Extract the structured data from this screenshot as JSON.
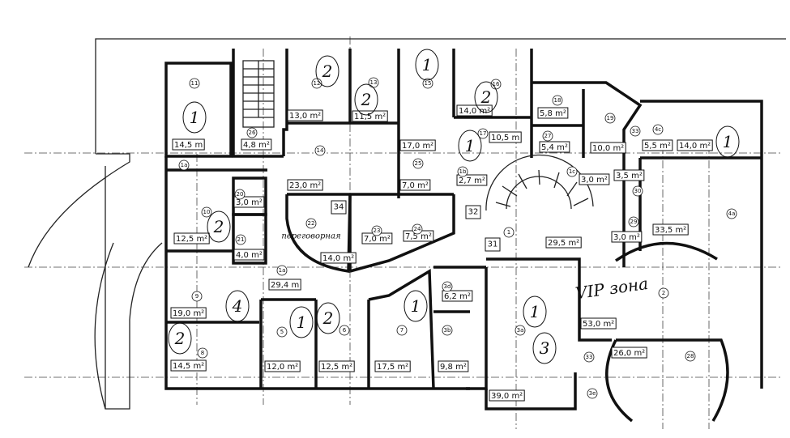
{
  "plan": {
    "areas": [
      "14,5 m",
      "4,8 m²",
      "13,0 m²",
      "11,5 m²",
      "17,0 m²",
      "14,0 m²",
      "10,5 m",
      "5,8 m²",
      "5,4 m²",
      "10,0 m²",
      "5,5 m²",
      "14,0 m²",
      "2,7 m²",
      "3,0 m²",
      "3,5 m²",
      "3,0 m²",
      "33,5 m²",
      "23,0 m²",
      "7,0 m²",
      "3,0 m²",
      "12,5 m²",
      "4,0 m²",
      "7,0 m²",
      "7,5 m²",
      "14,0 m²",
      "29,4 m",
      "29,5 m²",
      "6,2 m²",
      "19,0 m²",
      "53,0 m²",
      "14,5 m²",
      "12,0 m²",
      "12,5 m²",
      "17,5 m²",
      "9,8 m²",
      "26,0 m²",
      "39,0 m²"
    ],
    "room_numbers": [
      "11",
      "26",
      "12",
      "13",
      "15",
      "16",
      "18",
      "17",
      "19",
      "27",
      "33",
      "4c",
      "1a",
      "14",
      "25",
      "1b",
      "1c",
      "20",
      "10",
      "21",
      "22",
      "23",
      "24",
      "30",
      "29",
      "1",
      "4a",
      "9",
      "1a",
      "5",
      "6",
      "7",
      "3b",
      "3a",
      "3d",
      "2",
      "33",
      "28",
      "8",
      "3e"
    ],
    "tags": [
      "34",
      "32",
      "31"
    ],
    "handwritten": [
      "1",
      "2",
      "2",
      "1",
      "2",
      "1",
      "2",
      "4",
      "1",
      "2",
      "1",
      "1",
      "2",
      "3",
      "1"
    ],
    "room_22_name": "переговорная",
    "vip_label": "VIP зона"
  }
}
